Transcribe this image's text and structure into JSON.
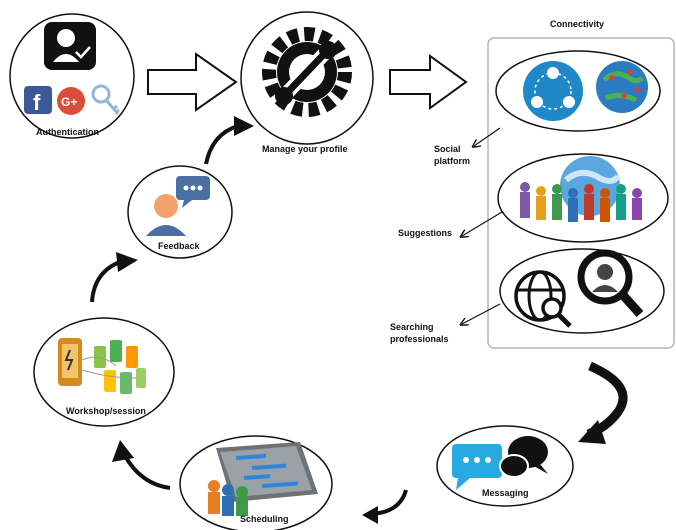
{
  "nodes": {
    "authentication": "Authentication",
    "manage_profile": "Manage your profile",
    "feedback": "Feedback",
    "workshop": "Workshop/session",
    "scheduling": "Scheduling",
    "messaging": "Messaging"
  },
  "connectivity": {
    "title": "Connectivity",
    "social_line1": "Social",
    "social_line2": "platform",
    "suggestions": "Suggestions",
    "searching_line1": "Searching",
    "searching_line2": "professionals"
  },
  "icons": {
    "auth_user": "user-check-icon",
    "facebook": "facebook-icon",
    "google": "google-plus-icon",
    "key": "key-icon",
    "gear_wrench": "gear-wrench-icon",
    "network": "network-people-icon",
    "globe_pins": "globe-pins-icon",
    "crowd_globe": "crowd-globe-icon",
    "web_search": "web-search-icon",
    "person_search": "person-search-icon",
    "chat_bubbles": "chat-bubbles-icon",
    "feedback_person": "feedback-person-icon",
    "phones": "phones-icon",
    "gantt": "gantt-chart-icon"
  },
  "colors": {
    "facebook": "#3b5998",
    "google": "#dd4b39",
    "network_blue": "#1e88c9",
    "chat_blue": "#29a9e1"
  }
}
